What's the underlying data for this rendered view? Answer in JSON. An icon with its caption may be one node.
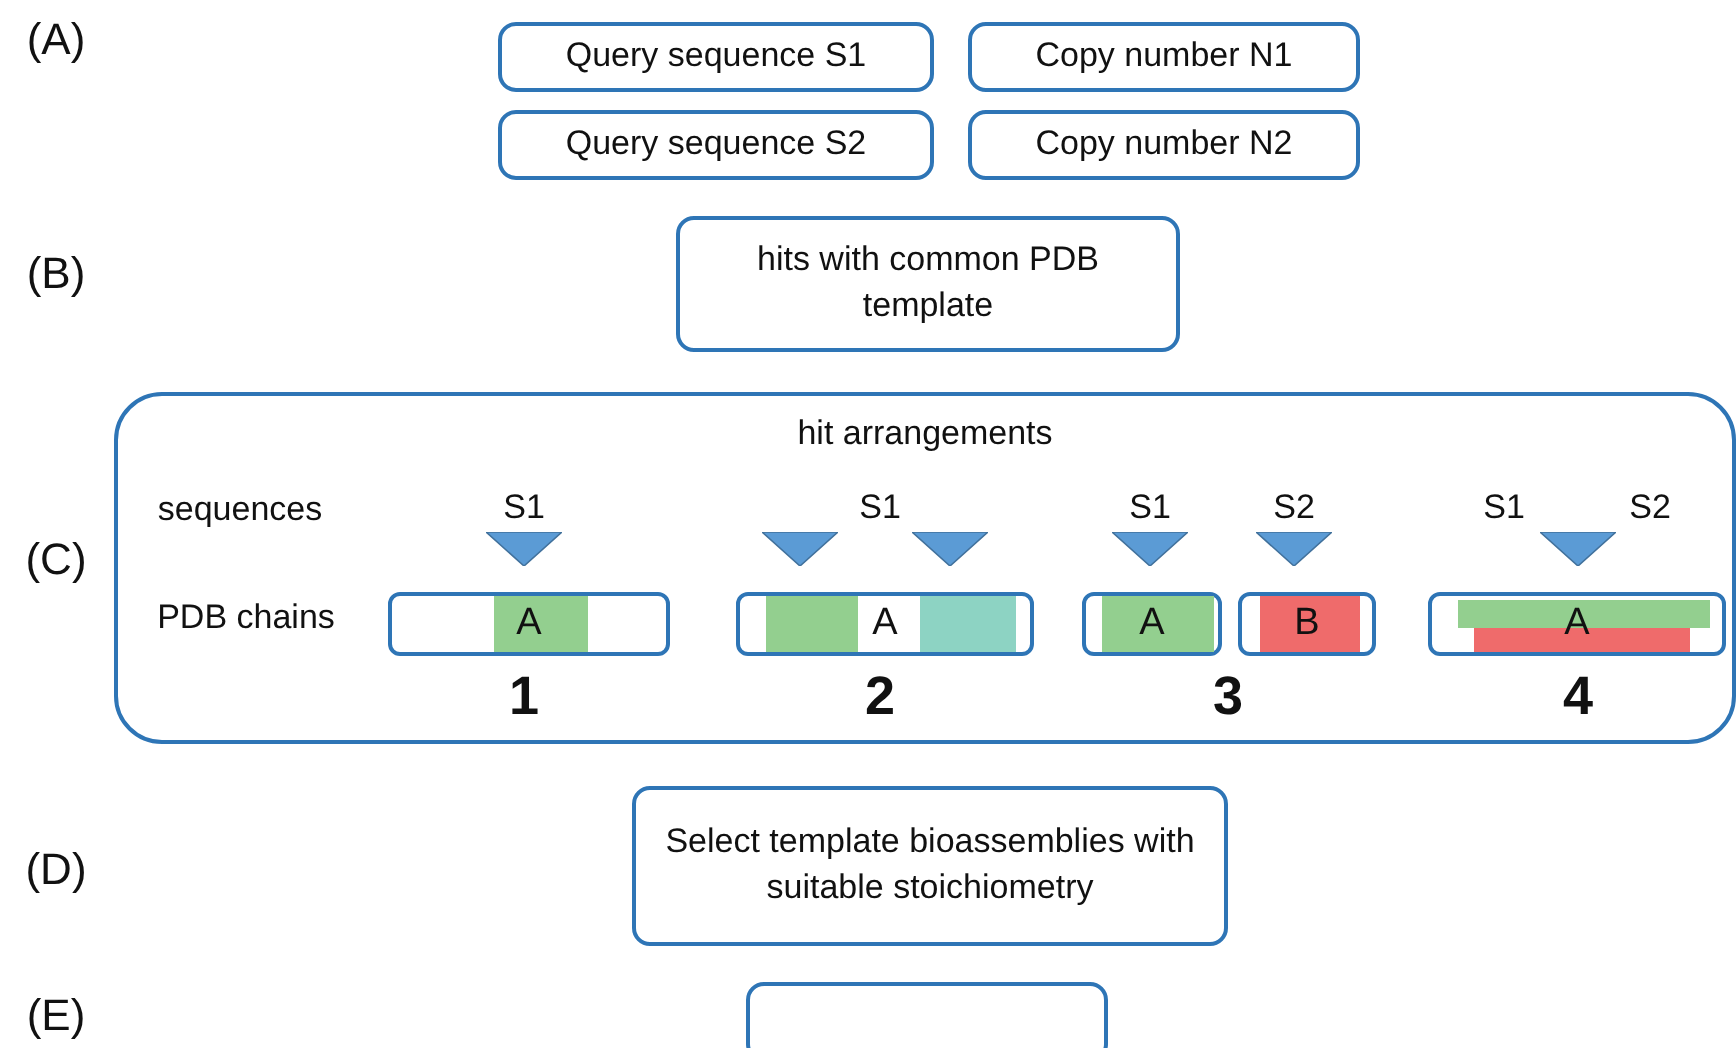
{
  "diagram": {
    "nodes": [
      {
        "text": [
          "Query sequence S1"
        ]
      },
      {
        "text": [
          "Copy number N1"
        ]
      },
      {
        "text": [
          "Query sequence S2"
        ]
      },
      {
        "text": [
          "Copy number N2"
        ]
      },
      {
        "text": [
          "hits with common PDB template"
        ]
      },
      {
        "text": [
          "hit arrangements"
        ]
      },
      {
        "text": [
          "A"
        ],
        "in": 5
      },
      {
        "text": [
          "A"
        ],
        "in": 5
      },
      {
        "text": [
          "A"
        ],
        "in": 5
      },
      {
        "text": [
          "B"
        ],
        "in": 5
      },
      {
        "text": [
          "A"
        ],
        "in": 5
      },
      {
        "text": [
          "Select template bioassemblies with suitable stoichiometry"
        ]
      },
      {
        "text": [],
        "shape": "box"
      }
    ],
    "labels": [
      "(A)",
      "(B)",
      "sequences",
      "S1",
      "S1",
      "S1",
      "S2",
      "S1",
      "S2",
      "(C)",
      "PDB chains",
      "1",
      "2",
      "3",
      "4",
      "(D)",
      "(E)"
    ]
  }
}
